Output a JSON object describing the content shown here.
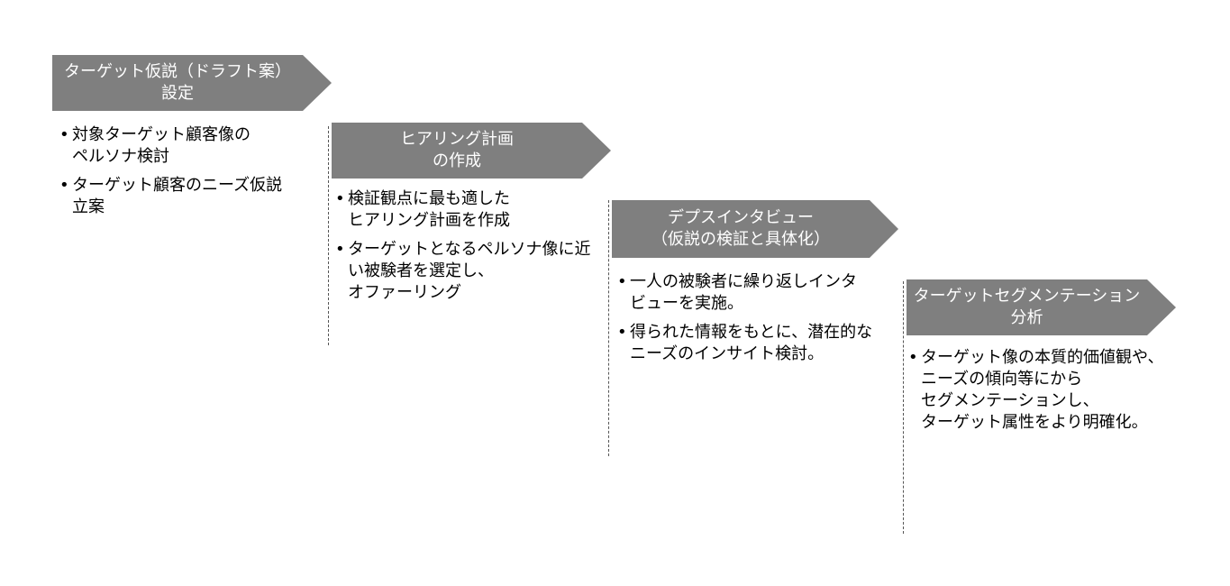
{
  "steps": [
    {
      "title_lines": [
        "ターゲット仮説（ドラフト案）",
        "設定"
      ],
      "bullets": [
        [
          "対象ターゲット顧客像の",
          "ペルソナ検討"
        ],
        [
          "ターゲット顧客のニーズ仮説",
          "立案"
        ]
      ]
    },
    {
      "title_lines": [
        "ヒアリング計画",
        "の作成"
      ],
      "bullets": [
        [
          "検証観点に最も適した",
          "ヒアリング計画を作成"
        ],
        [
          "ターゲットとなるペルソナ像に近",
          "い被験者を選定し、",
          "オファーリング"
        ]
      ]
    },
    {
      "title_lines": [
        "デプスインタビュー",
        "（仮説の検証と具体化）"
      ],
      "bullets": [
        [
          "一人の被験者に繰り返しインタ",
          "ビューを実施。"
        ],
        [
          "得られた情報をもとに、潜在的な",
          "ニーズのインサイト検討。"
        ]
      ]
    },
    {
      "title_lines": [
        "ターゲットセグメンテーション",
        "分析"
      ],
      "bullets": [
        [
          "ターゲット像の本質的価値観や、",
          "ニーズの傾向等にから",
          "セグメンテーションし、",
          "ターゲット属性をより明確化。"
        ]
      ]
    }
  ]
}
